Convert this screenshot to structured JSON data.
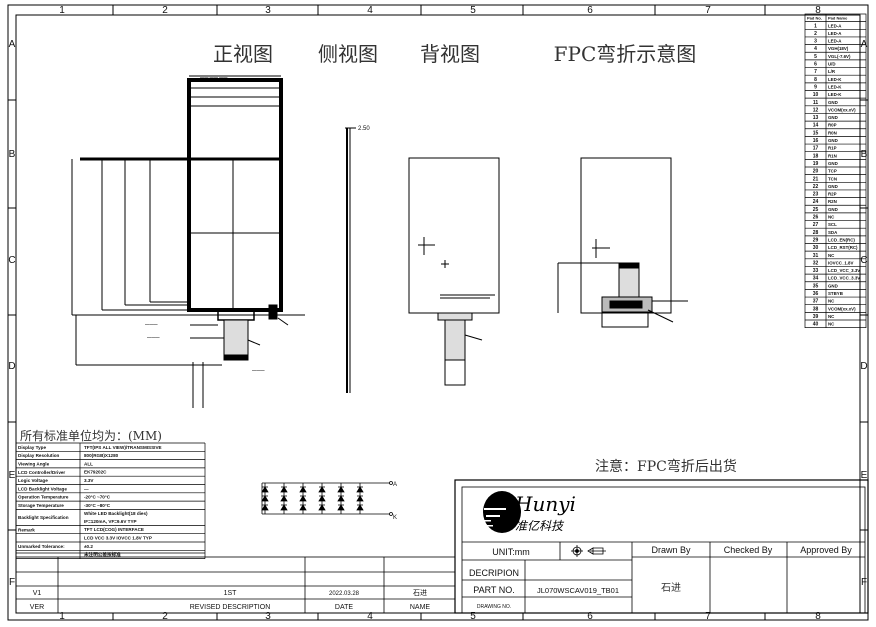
{
  "frame": {
    "columns": [
      "1",
      "2",
      "3",
      "4",
      "5",
      "6",
      "7",
      "8"
    ],
    "rows": [
      "A",
      "B",
      "C",
      "D",
      "E",
      "F"
    ]
  },
  "views": {
    "front": "正视图",
    "side": "侧视图",
    "back": "背视图",
    "fpc_bend": "FPC弯折示意图"
  },
  "note": "注意：FPC弯折后出货",
  "pin_table": {
    "headers": [
      "Pad No.",
      "Pad Name"
    ],
    "pins": [
      [
        "1",
        "LED-A"
      ],
      [
        "2",
        "LED-A"
      ],
      [
        "3",
        "LED-A"
      ],
      [
        "4",
        "VGH(18V)"
      ],
      [
        "5",
        "VGL(-7.6V)"
      ],
      [
        "6",
        "U/D"
      ],
      [
        "7",
        "L/R"
      ],
      [
        "8",
        "LED-K"
      ],
      [
        "9",
        "LED-K"
      ],
      [
        "10",
        "LED-K"
      ],
      [
        "11",
        "GND"
      ],
      [
        "12",
        "VCOM(xx.xV)"
      ],
      [
        "13",
        "GND"
      ],
      [
        "14",
        "R0P"
      ],
      [
        "15",
        "R0N"
      ],
      [
        "16",
        "GND"
      ],
      [
        "17",
        "R1P"
      ],
      [
        "18",
        "R1N"
      ],
      [
        "19",
        "GND"
      ],
      [
        "20",
        "TCP"
      ],
      [
        "21",
        "TCN"
      ],
      [
        "22",
        "GND"
      ],
      [
        "23",
        "R2P"
      ],
      [
        "24",
        "R2N"
      ],
      [
        "25",
        "GND"
      ],
      [
        "26",
        "NC"
      ],
      [
        "27",
        "SCL"
      ],
      [
        "28",
        "SDA"
      ],
      [
        "29",
        "LCD_EN(RC)"
      ],
      [
        "30",
        "LCD_RST(RC)"
      ],
      [
        "31",
        "NC"
      ],
      [
        "32",
        "IOVCC_1.8V"
      ],
      [
        "33",
        "LCD_VCC_3.3V"
      ],
      [
        "34",
        "LCD_VCC_3.3V"
      ],
      [
        "35",
        "GND"
      ],
      [
        "36",
        "STBYB"
      ],
      [
        "37",
        "NC"
      ],
      [
        "38",
        "VCOM(xx.xV)"
      ],
      [
        "39",
        "NC"
      ],
      [
        "40",
        "NC"
      ]
    ]
  },
  "spec_table": {
    "title": "所有标准单位均为：(MM)",
    "rows": [
      [
        "Display Type",
        "TFT(IPS ALL VIEW)/TRANSMISSIVE"
      ],
      [
        "Display Resolution",
        "800(RGB)X1280"
      ],
      [
        "Viewing Angle",
        "ALL"
      ],
      [
        "LCD Controller/Driver",
        "EK79202C"
      ],
      [
        "Logic Voltage",
        "3.3V"
      ],
      [
        "LCD Backlight Voltage",
        "—"
      ],
      [
        "Operation Temperature",
        "-20°C ~70°C"
      ],
      [
        "Storage Temperature",
        "-30°C ~80°C"
      ],
      [
        "Backlight Specification",
        "White LED Backlight(18 dies)",
        "IF=120mA, VF=9.6V TYP"
      ],
      [
        "Remark",
        "TFT LCD(COG) INTERFACE"
      ],
      [
        "",
        "LCD VCC 3.3V IOVCC 1.8V TYP"
      ],
      [
        "Unmarked Tolerance:",
        "±0.2"
      ],
      [
        "",
        "未注明公差按标准"
      ]
    ]
  },
  "led_circuit": {
    "terminal_top": "A",
    "terminal_bottom": "K"
  },
  "side_view_label": "2.50",
  "revision": {
    "rows": [
      [
        "",
        "",
        "",
        ""
      ],
      [
        "",
        "",
        "",
        ""
      ],
      [
        "V1",
        "1ST",
        "2022.03.28",
        "石进"
      ]
    ],
    "headers": [
      "VER",
      "REVISED DESCRIPTION",
      "DATE",
      "NAME"
    ]
  },
  "title_block": {
    "logo_text": "Hunyi",
    "logo_cn": "准亿科技",
    "unit": "UNIT:mm",
    "drawn_by_label": "Drawn By",
    "checked_by_label": "Checked By",
    "approved_by_label": "Approved By",
    "description_label": "DECRIPION",
    "description_value": "",
    "part_no_label": "PART NO.",
    "part_no_value": "JL070WSCAV019_TB01",
    "drawing_no_label": "DRAWING NO.",
    "drawing_no_value": "",
    "drawn_by": "石进",
    "checked_by": "",
    "approved_by": ""
  },
  "colors": {
    "line": "#000000",
    "text": "#222222"
  }
}
